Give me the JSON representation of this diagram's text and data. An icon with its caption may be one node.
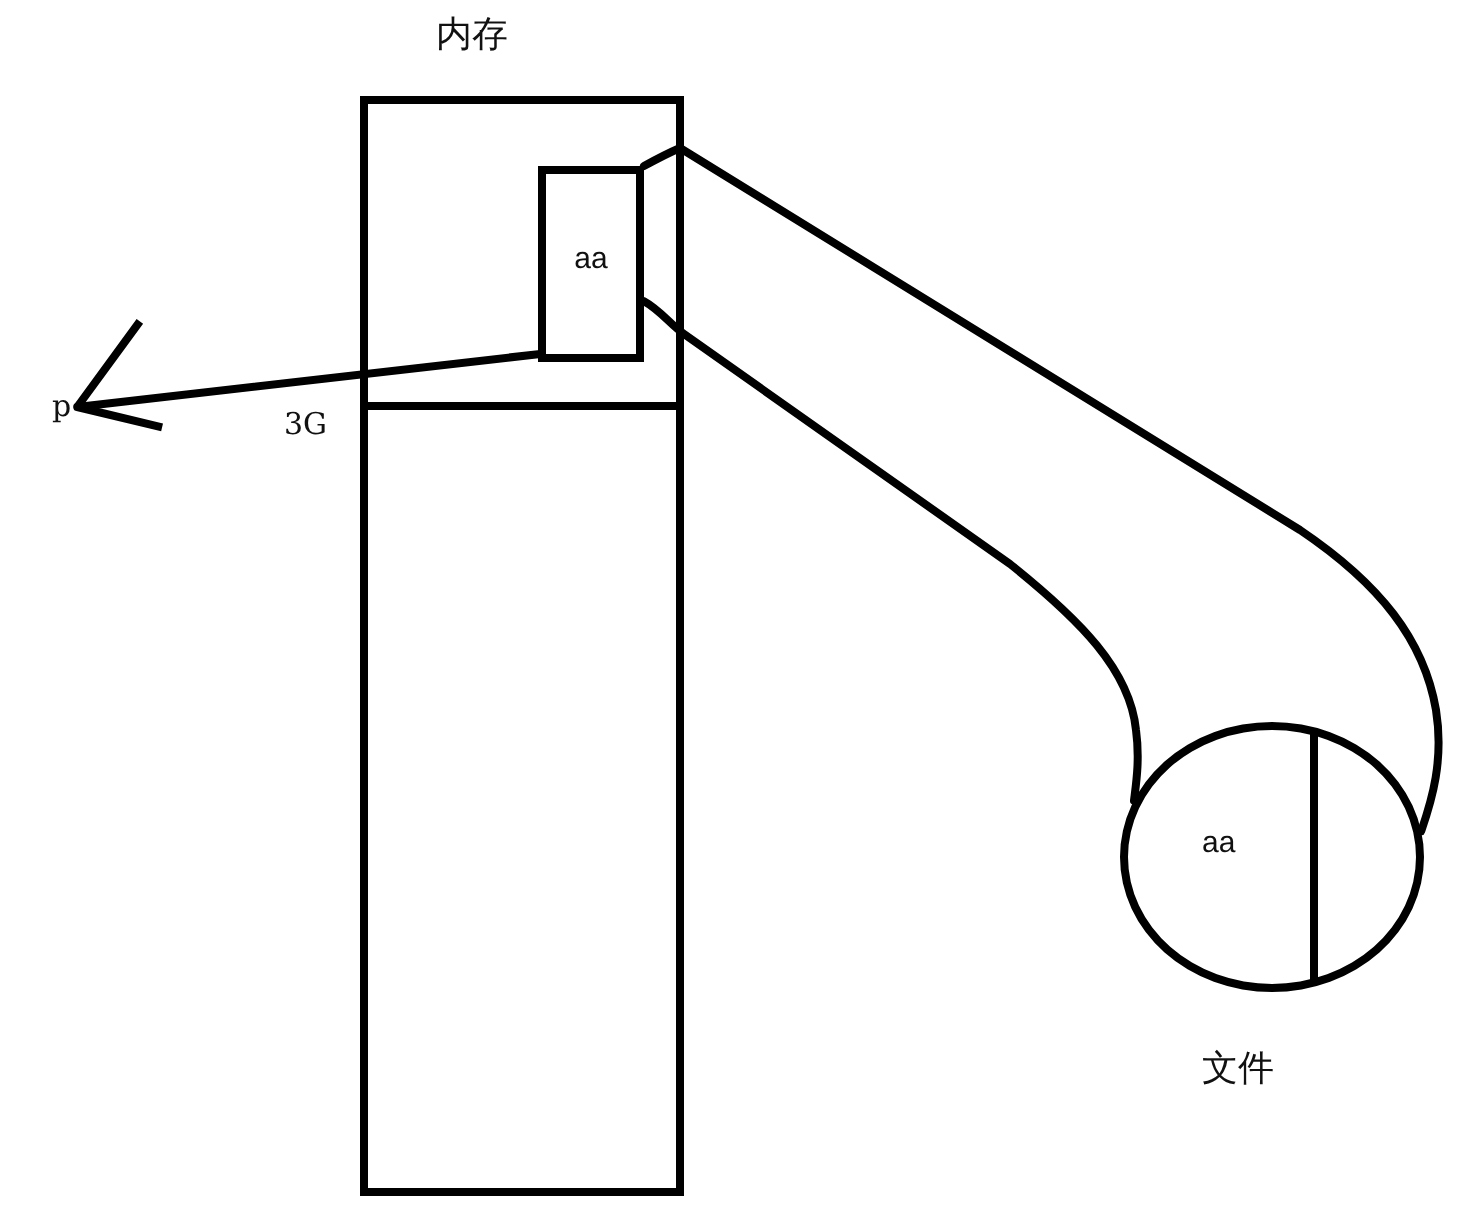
{
  "diagram": {
    "nodes": [
      {
        "text": [
          "内存"
        ]
      },
      {
        "text": [
          "aa"
        ],
        "in": 0
      },
      {
        "text": [
          "p"
        ]
      },
      {
        "text": [
          "aa"
        ],
        "beside": [
          "文件"
        ]
      }
    ],
    "edges": [
      {
        "from": 1,
        "to": 2,
        "arrow": "to"
      },
      {
        "from": 1,
        "to": 3,
        "arrow": "none"
      },
      {
        "from": 1,
        "to": 3,
        "arrow": "none"
      }
    ],
    "labels": [
      "3G"
    ]
  }
}
